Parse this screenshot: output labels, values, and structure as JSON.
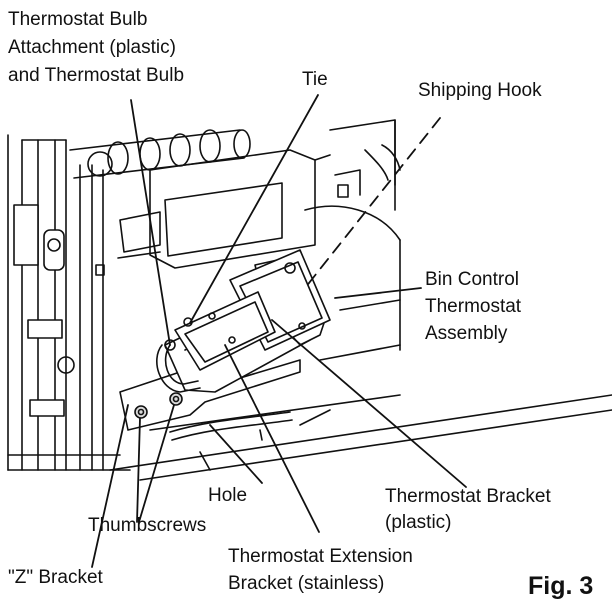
{
  "labels": {
    "thermostat_bulb": [
      "Thermostat Bulb",
      "Attachment (plastic)",
      "and Thermostat Bulb"
    ],
    "tie": "Tie",
    "shipping_hook": "Shipping Hook",
    "bin_control": [
      "Bin Control",
      "Thermostat",
      "Assembly"
    ],
    "hole": "Hole",
    "thermostat_bracket": [
      "Thermostat Bracket",
      "(plastic)"
    ],
    "thumbscrews": "Thumbscrews",
    "z_bracket": "\"Z\" Bracket",
    "extension_bracket": [
      "Thermostat Extension",
      "Bracket (stainless)"
    ]
  },
  "figure_label": "Fig. 3",
  "colors": {
    "ink": "#111111",
    "paper": "#ffffff",
    "shade": "#d9d9d9"
  }
}
